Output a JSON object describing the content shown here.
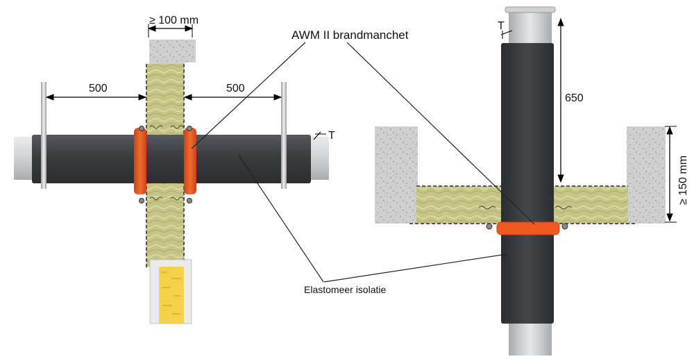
{
  "labels": {
    "wall_thickness": "≥ 100 mm",
    "product_name": "AWM II brandmanchet",
    "distance_left": "500",
    "distance_right": "500",
    "thickness_left": "T",
    "thickness_right": "T",
    "length_vertical": "650",
    "floor_thickness": "≥ 150 mm",
    "insulation_name": "Elastomeer isolatie"
  },
  "colors": {
    "collar_orange": "#f05a22",
    "insulation_dark": "#3a3c40",
    "pipe_light": "#d6d8da",
    "mineral_wool": "#c7c585",
    "concrete": "#cfcfcf",
    "yellow_core": "#f3d24a"
  }
}
